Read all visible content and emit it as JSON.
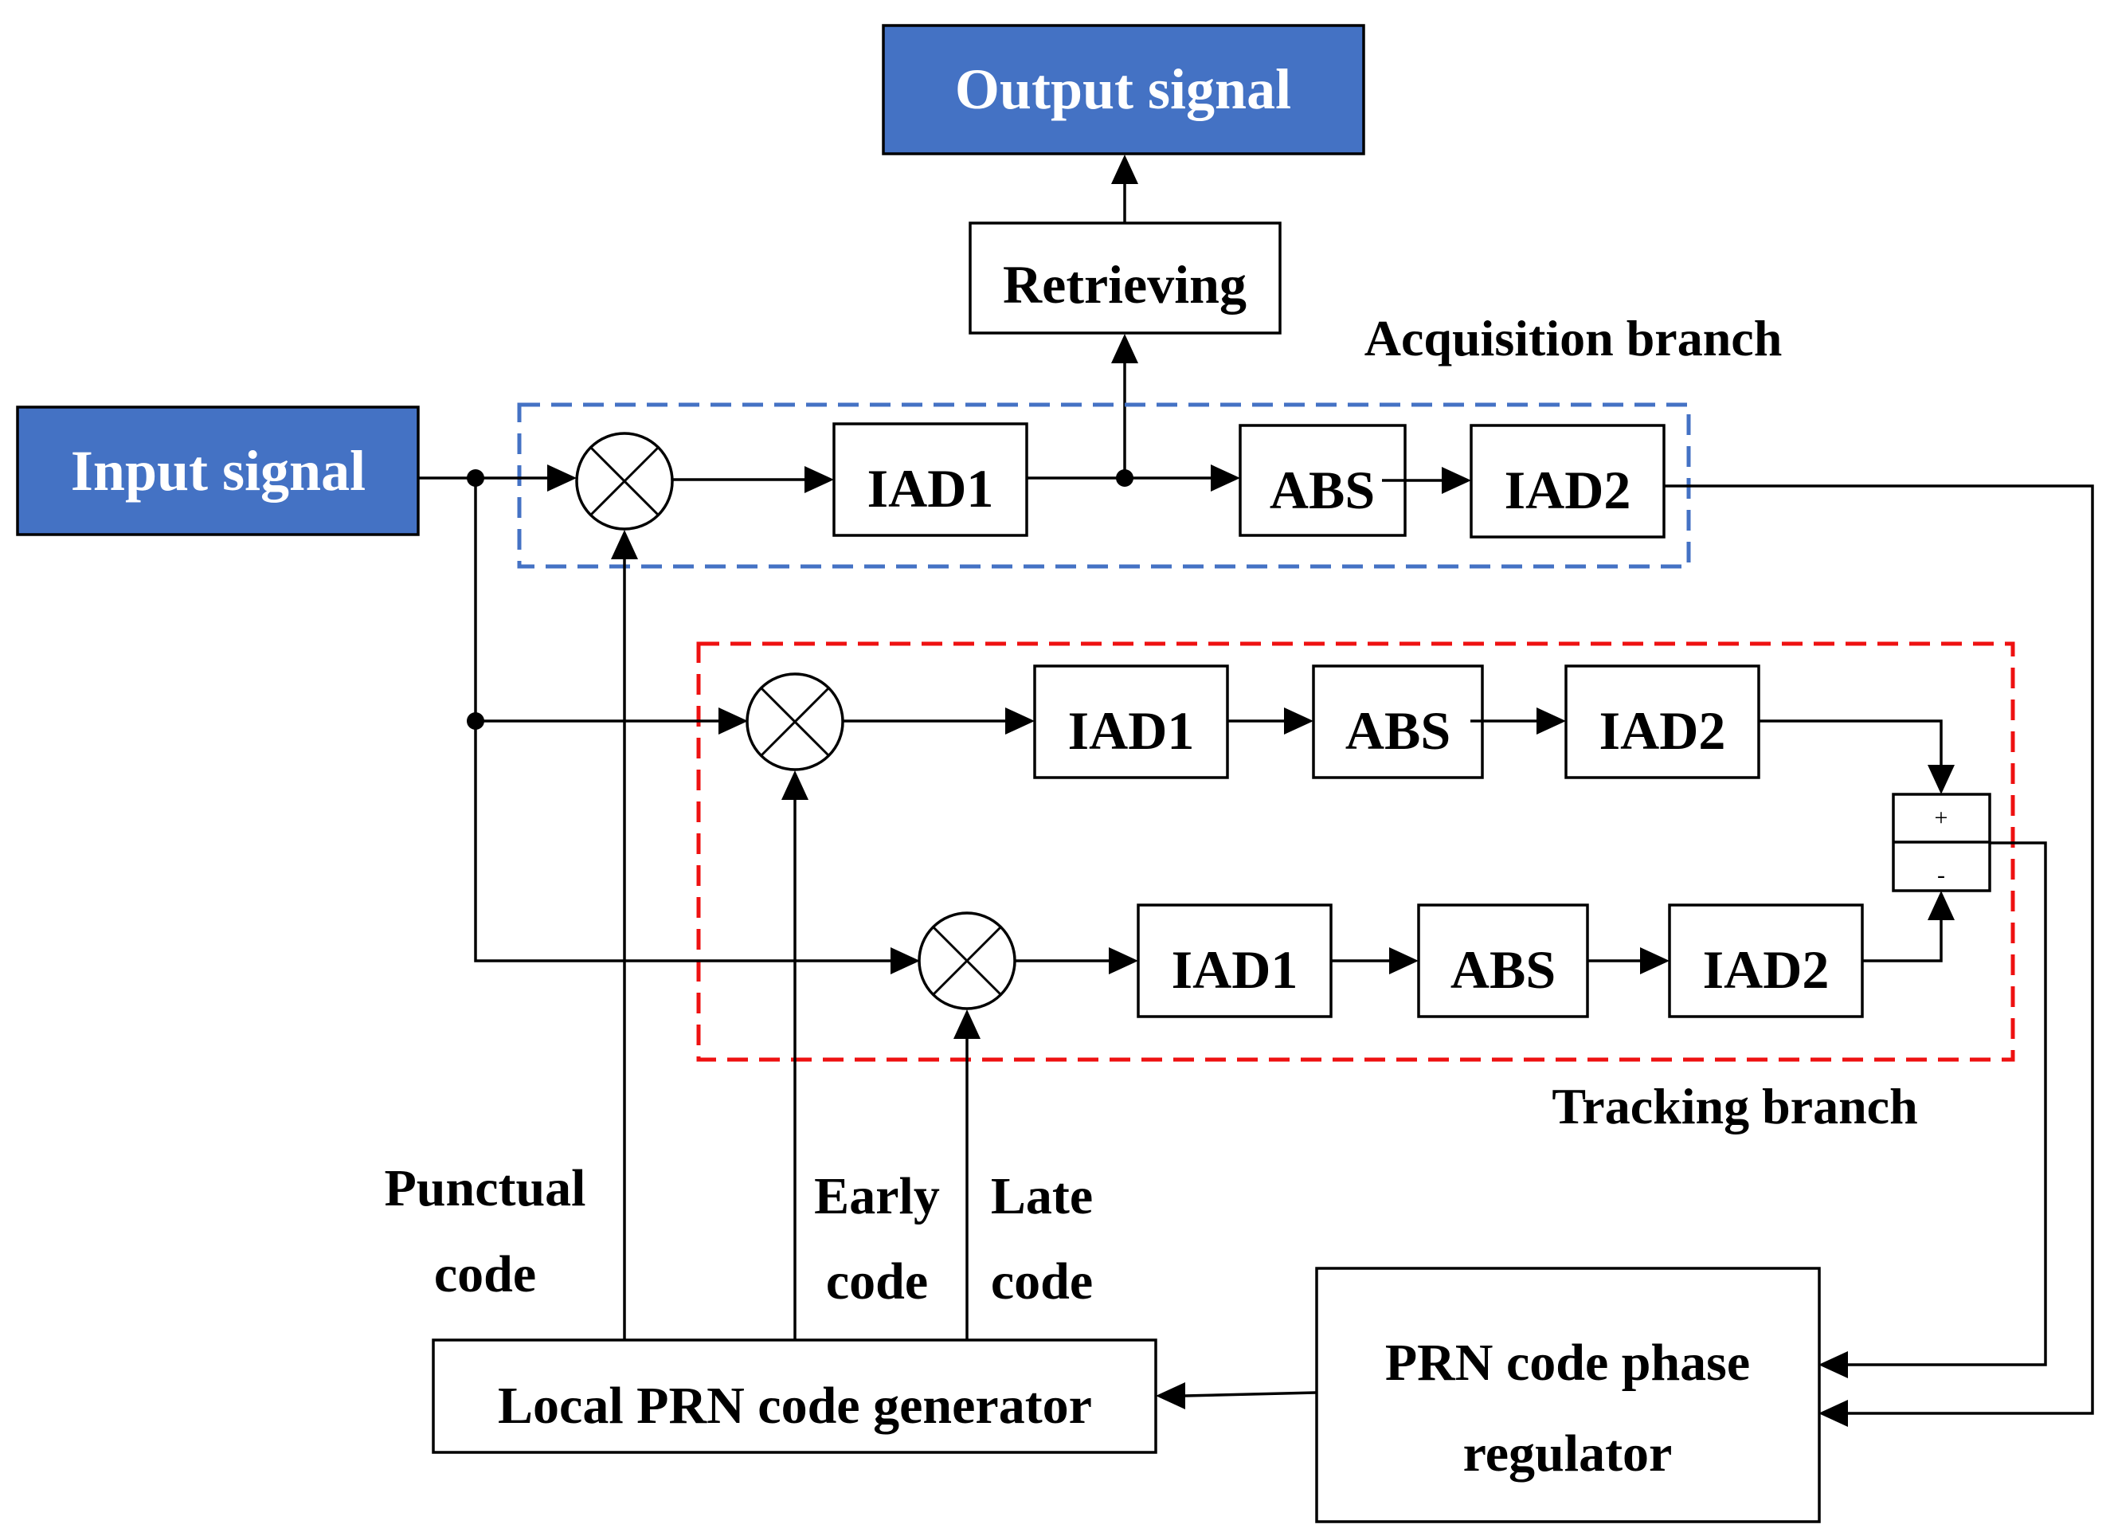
{
  "colors": {
    "io_fill": "#4472C4",
    "io_text": "#ffffff",
    "acquisition_accent": "#4472C4",
    "tracking_accent": "#EE1111"
  },
  "nodes": {
    "output_signal": "Output signal",
    "input_signal": "Input signal",
    "retrieving": "Retrieving",
    "acq_iad1": "IAD1",
    "acq_abs": "ABS",
    "acq_iad2": "IAD2",
    "early_iad1": "IAD1",
    "early_abs": "ABS",
    "early_iad2": "IAD2",
    "late_iad1": "IAD1",
    "late_abs": "ABS",
    "late_iad2": "IAD2",
    "local_prn_generator": "Local PRN code generator",
    "prn_regulator_line1": "PRN code phase",
    "prn_regulator_line2": "regulator"
  },
  "summer": {
    "plus": "+",
    "minus": "-"
  },
  "branches": {
    "acquisition": "Acquisition branch",
    "tracking": "Tracking branch"
  },
  "codes": {
    "punctual_line1": "Punctual",
    "punctual_line2": "code",
    "early_line1": "Early",
    "early_line2": "code",
    "late_line1": "Late",
    "late_line2": "code"
  }
}
